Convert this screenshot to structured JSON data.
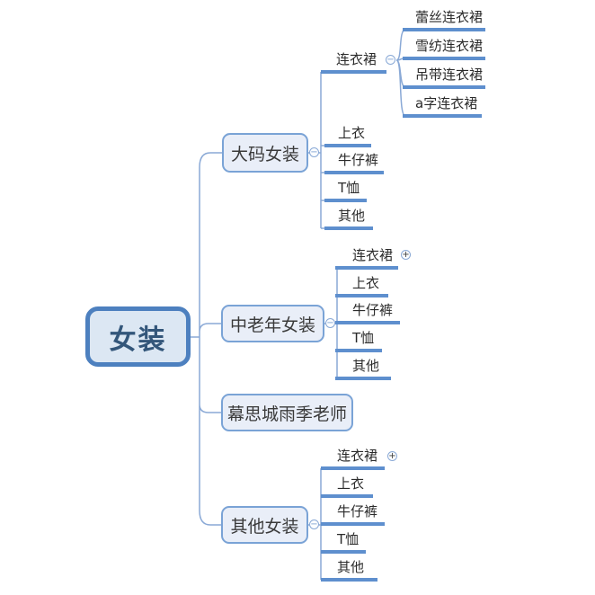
{
  "diagram": {
    "type": "mindmap",
    "root": {
      "label": "女装"
    },
    "branches": [
      {
        "label": "大码女装",
        "toggle": "−",
        "children": [
          {
            "label": "连衣裙",
            "toggle": "−",
            "children": [
              {
                "label": "蕾丝连衣裙"
              },
              {
                "label": "雪纺连衣裙"
              },
              {
                "label": "吊带连衣裙"
              },
              {
                "label": "a字连衣裙"
              }
            ]
          },
          {
            "label": "上衣"
          },
          {
            "label": "牛仔裤"
          },
          {
            "label": "T恤"
          },
          {
            "label": "其他"
          }
        ]
      },
      {
        "label": "中老年女装",
        "toggle": "−",
        "children": [
          {
            "label": "连衣裙",
            "toggle": "+"
          },
          {
            "label": "上衣"
          },
          {
            "label": "牛仔裤"
          },
          {
            "label": "T恤"
          },
          {
            "label": "其他"
          }
        ]
      },
      {
        "label": "幕思城雨季老师"
      },
      {
        "label": "其他女装",
        "toggle": "−",
        "children": [
          {
            "label": "连衣裙",
            "toggle": "+"
          },
          {
            "label": "上衣"
          },
          {
            "label": "牛仔裤"
          },
          {
            "label": "T恤"
          },
          {
            "label": "其他"
          }
        ]
      }
    ],
    "colors": {
      "root_fill": "#dce7f3",
      "root_border": "#4d80bf",
      "node_fill": "#e9eef8",
      "node_border": "#7aa3d6",
      "underline": "#5e8fce",
      "connector_line": "#8aa9d6",
      "root_text": "#33567a",
      "node_text": "#3a3a3a"
    }
  }
}
